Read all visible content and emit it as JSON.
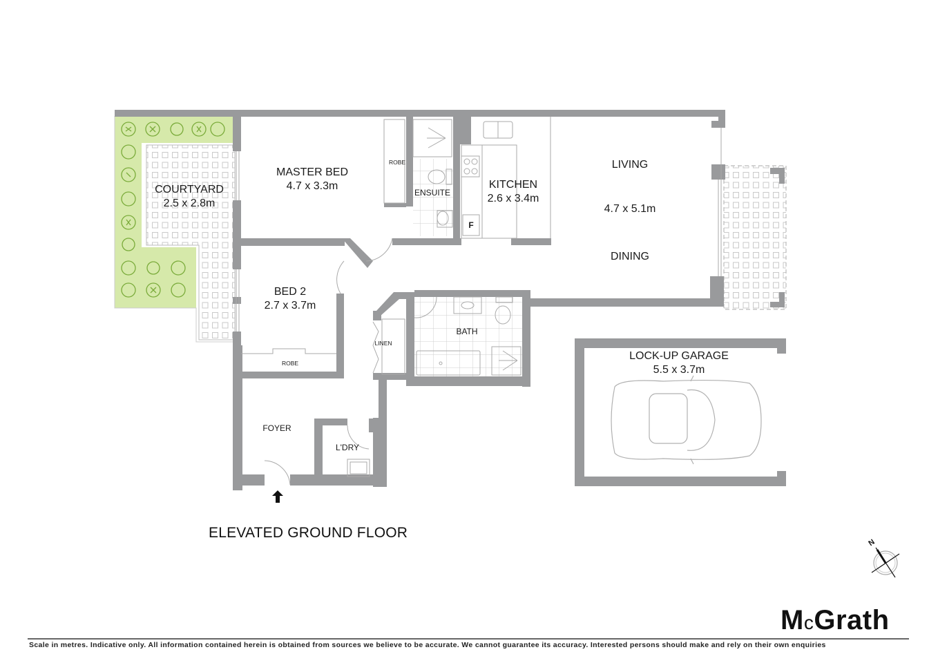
{
  "floor_title": "ELEVATED GROUND FLOOR",
  "brand": {
    "prefix": "M",
    "small_c": "c",
    "suffix": "Grath"
  },
  "disclaimer": "Scale in metres. Indicative only. All information contained herein is obtained from sources we believe to be accurate. We cannot guarantee its accuracy. Interested persons should make and rely on their own enquiries",
  "compass": {
    "north_label": "N"
  },
  "colors": {
    "wall": "#999a9c",
    "garden": "#d5e8a8",
    "plant": "#7bab3c",
    "tile": "#c8c8c8",
    "text": "#1a1a1a"
  },
  "rooms": {
    "courtyard": {
      "name": "COURTYARD",
      "dims": "2.5 x 2.8m"
    },
    "master_bed": {
      "name": "MASTER BED",
      "dims": "4.7 x 3.3m",
      "robe": "ROBE"
    },
    "ensuite": {
      "name": "ENSUITE"
    },
    "kitchen": {
      "name": "KITCHEN",
      "dims": "2.6 x 3.4m",
      "fridge": "F"
    },
    "living": {
      "name": "LIVING",
      "dims": "4.7 x 5.1m",
      "name2": "DINING"
    },
    "bed2": {
      "name": "BED 2",
      "dims": "2.7 x 3.7m",
      "robe": "ROBE"
    },
    "linen": {
      "name": "LINEN"
    },
    "bath": {
      "name": "BATH"
    },
    "foyer": {
      "name": "FOYER"
    },
    "laundry": {
      "name": "L'DRY"
    },
    "garage": {
      "name": "LOCK-UP GARAGE",
      "dims": "5.5 x 3.7m"
    }
  }
}
